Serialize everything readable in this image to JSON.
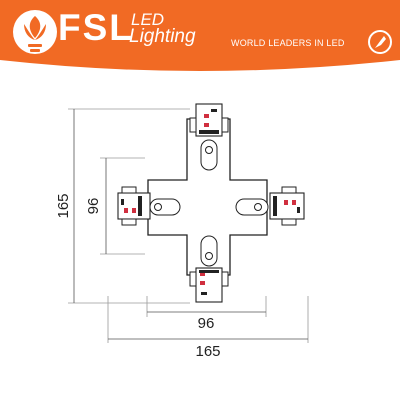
{
  "header": {
    "brand": "FSL",
    "brand_line1": "LED",
    "brand_line2": "Lighting",
    "tagline": "WORLD LEADERS IN LED",
    "colors": {
      "banner": "#f16a24",
      "text": "#ffffff"
    },
    "icons": [
      "bulb-logo-icon",
      "globe-icon"
    ]
  },
  "dimensions": {
    "overall_width": "165",
    "overall_height": "165",
    "arm_width": "96",
    "arm_height": "96"
  }
}
